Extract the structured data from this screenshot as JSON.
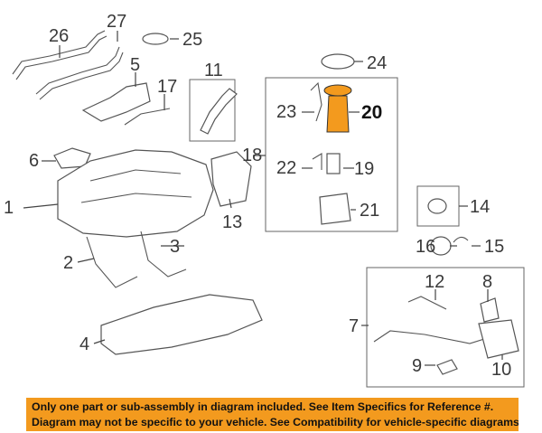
{
  "callouts": {
    "c1": "1",
    "c2": "2",
    "c3": "3",
    "c4": "4",
    "c5": "5",
    "c6": "6",
    "c7": "7",
    "c8": "8",
    "c9": "9",
    "c10": "10",
    "c11": "11",
    "c12": "12",
    "c13": "13",
    "c14": "14",
    "c15": "15",
    "c16": "16",
    "c17": "17",
    "c18": "18",
    "c19": "19",
    "c20": "20",
    "c21": "21",
    "c22": "22",
    "c23": "23",
    "c24": "24",
    "c25": "25",
    "c26": "26",
    "c27": "27"
  },
  "highlight_color": "#f39a1e",
  "banner": {
    "line1": "Only one part or sub-assembly in diagram included. See Item Specifics for Reference #.",
    "line2": "Diagram may not be specific to your vehicle. See Compatibility for vehicle-specific diagrams."
  }
}
